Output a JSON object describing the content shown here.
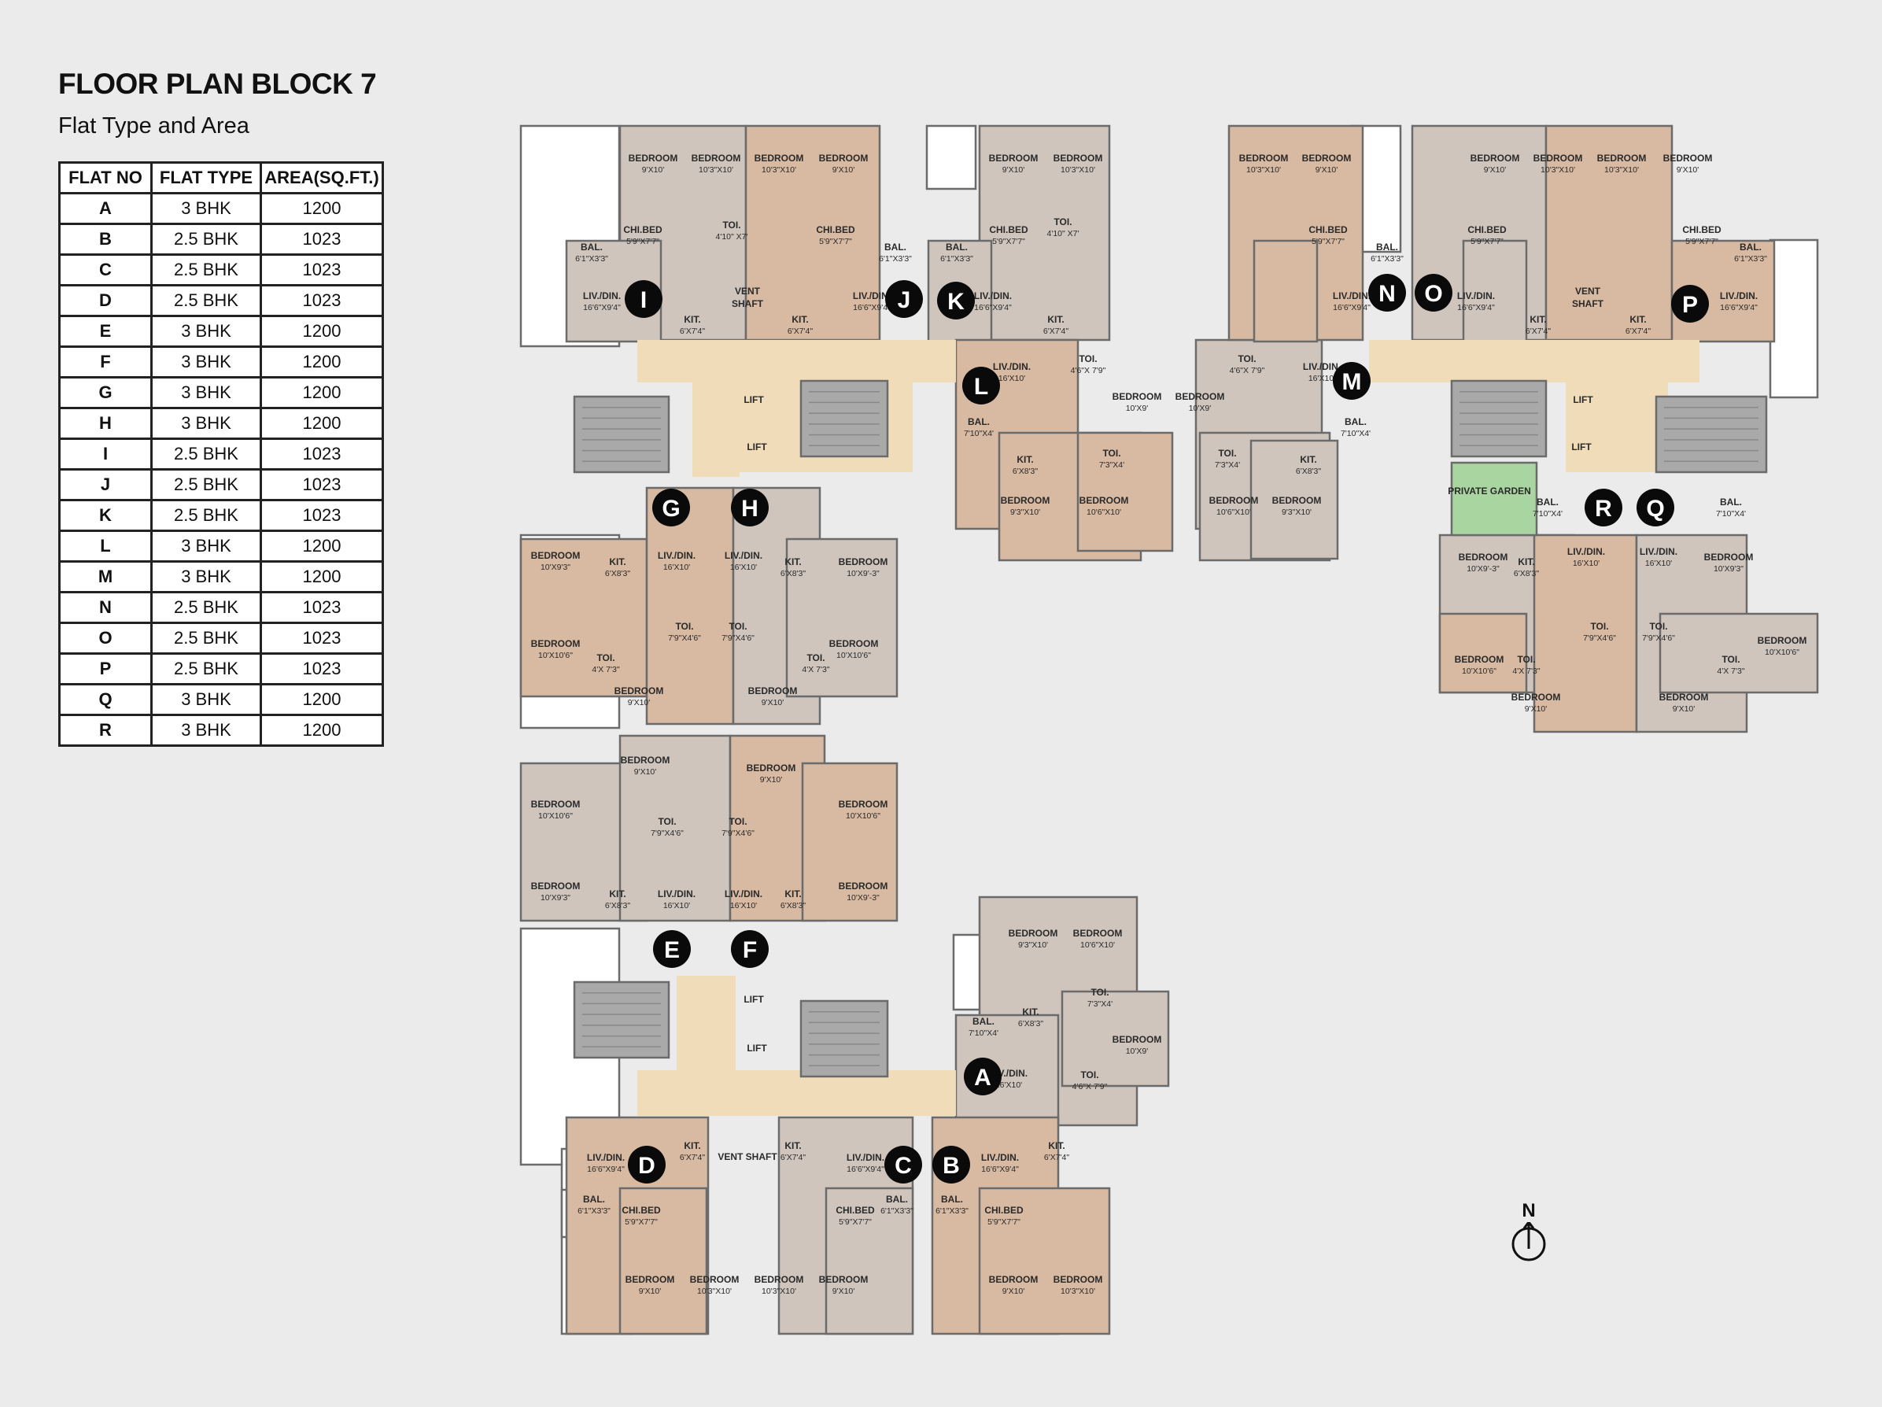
{
  "title": "FLOOR PLAN BLOCK 7",
  "subtitle": "Flat Type and Area",
  "table": {
    "headers": [
      "FLAT NO",
      "FLAT TYPE",
      "AREA(SQ.FT.)"
    ],
    "rows": [
      [
        "A",
        "3 BHK",
        "1200"
      ],
      [
        "B",
        "2.5 BHK",
        "1023"
      ],
      [
        "C",
        "2.5 BHK",
        "1023"
      ],
      [
        "D",
        "2.5 BHK",
        "1023"
      ],
      [
        "E",
        "3 BHK",
        "1200"
      ],
      [
        "F",
        "3 BHK",
        "1200"
      ],
      [
        "G",
        "3 BHK",
        "1200"
      ],
      [
        "H",
        "3 BHK",
        "1200"
      ],
      [
        "I",
        "2.5 BHK",
        "1023"
      ],
      [
        "J",
        "2.5 BHK",
        "1023"
      ],
      [
        "K",
        "2.5 BHK",
        "1023"
      ],
      [
        "L",
        "3 BHK",
        "1200"
      ],
      [
        "M",
        "3 BHK",
        "1200"
      ],
      [
        "N",
        "2.5 BHK",
        "1023"
      ],
      [
        "O",
        "2.5 BHK",
        "1023"
      ],
      [
        "P",
        "2.5 BHK",
        "1023"
      ],
      [
        "Q",
        "3 BHK",
        "1200"
      ],
      [
        "R",
        "3 BHK",
        "1200"
      ]
    ]
  },
  "colors": {
    "background": "#ebebeb",
    "flat_tan": "#d8b9a1",
    "flat_grey": "#cfc5bd",
    "corridor": "#f0dcb8",
    "stair": "#a9a9a9",
    "garden": "#a9d6a0",
    "marker": "#0a0a0a",
    "wall": "#6b6b6b"
  },
  "north": {
    "label": "N",
    "icon": "north-arrow-icon"
  },
  "plan": {
    "common": {
      "lift": "LIFT",
      "vent_shaft": "VENT SHAFT",
      "vent": "VENT",
      "shaft": "SHAFT",
      "private_garden": "PRIVATE GARDEN"
    },
    "markers": [
      "A",
      "B",
      "C",
      "D",
      "E",
      "F",
      "G",
      "H",
      "I",
      "J",
      "K",
      "L",
      "M",
      "N",
      "O",
      "P",
      "Q",
      "R"
    ],
    "rooms": [
      {
        "name": "BEDROOM",
        "dim": "9'X10'"
      },
      {
        "name": "BEDROOM",
        "dim": "10'3\"X10'"
      },
      {
        "name": "CHI.BED",
        "dim": "5'9\"X7'7\""
      },
      {
        "name": "TOI.",
        "dim": "4'10\" X7'"
      },
      {
        "name": "BAL.",
        "dim": "6'1\"X3'3\""
      },
      {
        "name": "LIV./DIN.",
        "dim": "16'6\"X9'4\""
      },
      {
        "name": "KIT.",
        "dim": "6'X7'4\""
      },
      {
        "name": "LIV./DIN.",
        "dim": "16'X10'"
      },
      {
        "name": "BEDROOM",
        "dim": "10'X9'"
      },
      {
        "name": "BEDROOM",
        "dim": "9'3\"X10'"
      },
      {
        "name": "BEDROOM",
        "dim": "10'6\"X10'"
      },
      {
        "name": "TOI.",
        "dim": "7'3\"X4'"
      },
      {
        "name": "BAL.",
        "dim": "7'10\"X4'"
      },
      {
        "name": "KIT.",
        "dim": "6'X8'3\""
      },
      {
        "name": "TOI.",
        "dim": "4'6\"X 7'9\""
      },
      {
        "name": "BEDROOM",
        "dim": "10'X9'3\""
      },
      {
        "name": "BEDROOM",
        "dim": "10'X10'6\""
      },
      {
        "name": "TOI.",
        "dim": "7'9\"X4'6\""
      },
      {
        "name": "TOI.",
        "dim": "4'X 7'3\""
      },
      {
        "name": "BEDROOM",
        "dim": "10'X9'-3\""
      }
    ]
  }
}
